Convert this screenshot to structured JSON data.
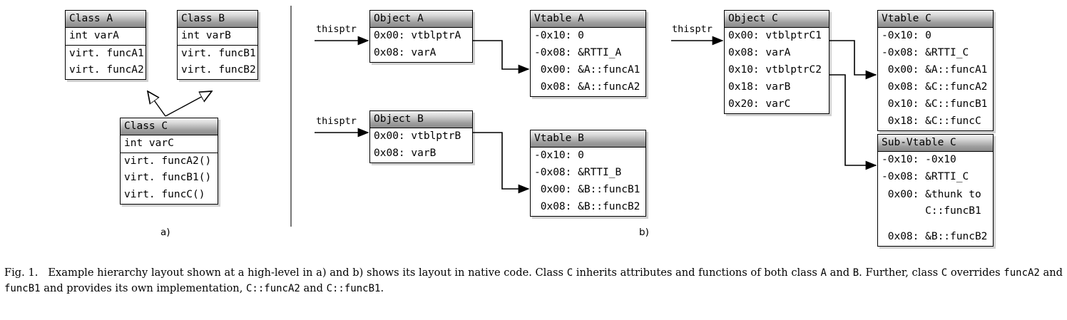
{
  "figure": {
    "panel_a_label": "a)",
    "panel_b_label": "b)"
  },
  "caption": {
    "fig_number": "Fig. 1.",
    "p1": "Example hierarchy layout shown at a high-level in a) and b) shows its layout in native code. Class ",
    "m1": "C",
    "p2": " inherits attributes and functions of both class ",
    "m2": "A",
    "p3": " and ",
    "m3": "B",
    "p4": ". Further, class ",
    "m4": "C",
    "p5": " overrides ",
    "m5": "funcA2",
    "p6": " and ",
    "m6": "funcB1",
    "p7": " and provides its own implementation, ",
    "m7": "C::funcA2",
    "p8": " and ",
    "m8": "C::funcB1",
    "p9": "."
  },
  "uml": {
    "class_a": {
      "title": "Class A",
      "attrs": [
        "int varA"
      ],
      "methods": [
        "virt. funcA1()",
        "virt. funcA2()"
      ]
    },
    "class_b": {
      "title": "Class B",
      "attrs": [
        "int varB"
      ],
      "methods": [
        "virt. funcB1()",
        "virt. funcB2()"
      ]
    },
    "class_c": {
      "title": "Class C",
      "attrs": [
        "int varC"
      ],
      "methods": [
        "virt. funcA2()",
        "virt. funcB1()",
        "virt. funcC()"
      ]
    }
  },
  "native": {
    "thisptr_a": "thisptr",
    "thisptr_b": "thisptr",
    "thisptr_c": "thisptr",
    "object_a": {
      "title": "Object A",
      "rows": [
        "0x00: vtblptrA",
        "0x08: varA"
      ]
    },
    "object_b": {
      "title": "Object B",
      "rows": [
        "0x00: vtblptrB",
        "0x08: varB"
      ]
    },
    "object_c": {
      "title": "Object C",
      "rows": [
        "0x00: vtblptrC1",
        "0x08: varA",
        "0x10: vtblptrC2",
        "0x18: varB",
        "0x20: varC"
      ]
    },
    "vtable_a": {
      "title": "Vtable A",
      "rows": [
        "-0x10: 0",
        "-0x08: &RTTI_A",
        " 0x00: &A::funcA1",
        " 0x08: &A::funcA2"
      ]
    },
    "vtable_b": {
      "title": "Vtable B",
      "rows": [
        "-0x10: 0",
        "-0x08: &RTTI_B",
        " 0x00: &B::funcB1",
        " 0x08: &B::funcB2"
      ]
    },
    "vtable_c": {
      "title": "Vtable C",
      "rows": [
        "-0x10: 0",
        "-0x08: &RTTI_C",
        " 0x00: &A::funcA1",
        " 0x08: &C::funcA2",
        " 0x10: &C::funcB1",
        " 0x18: &C::funcC"
      ]
    },
    "sub_vtable_c": {
      "title": "Sub-Vtable C",
      "rows": [
        "-0x10: -0x10",
        "-0x08: &RTTI_C",
        " 0x00: &thunk to\n       C::funcB1",
        "",
        " 0x08: &B::funcB2"
      ]
    }
  }
}
